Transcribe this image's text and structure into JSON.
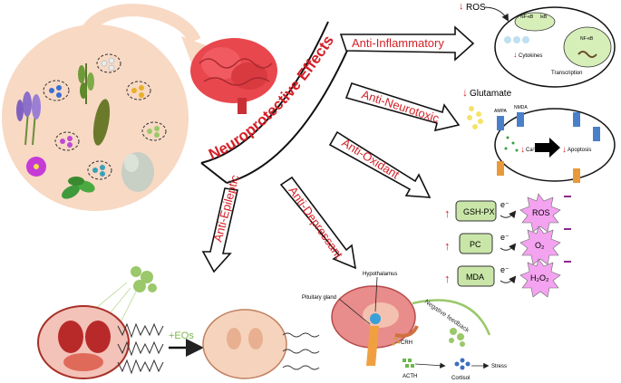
{
  "arc_title": "Neuroprotective Effects",
  "effects": [
    {
      "id": "anti-inflammatory",
      "label": "Anti-Inflammatory"
    },
    {
      "id": "anti-neurotoxic",
      "label": "Anti-Neurotoxic"
    },
    {
      "id": "anti-oxidant",
      "label": "Anti-Oxidant"
    },
    {
      "id": "anti-depressant",
      "label": "Anti-Depressant"
    },
    {
      "id": "anti-epileptic",
      "label": "Anti-Epileptic"
    }
  ],
  "inflammatory_panel": {
    "ros": "ROS",
    "nfkb_top": "NF-κB",
    "ikb": "IκB",
    "cytokines": "Cytokines",
    "transcription": "Transcription",
    "nfkb_nucleus": "NF-κB"
  },
  "neurotoxic_panel": {
    "glutamate": "Glutamate",
    "receptor1": "AMPA",
    "receptor2": "NMDA",
    "calcium": "Ca²⁺",
    "apoptosis": "Apoptosis"
  },
  "oxidant_panel": {
    "rows": [
      {
        "enzyme": "GSH-PX",
        "electron": "e⁻",
        "species": "ROS"
      },
      {
        "enzyme": "PC",
        "electron": "e⁻",
        "species": "O₂"
      },
      {
        "enzyme": "MDA",
        "electron": "e⁻",
        "species": "H₂O₂"
      }
    ]
  },
  "epileptic_panel": {
    "treatment": "+EOs"
  },
  "depressant_panel": {
    "hypothalamus": "Hypothalamus",
    "pituitary": "Pituitary gland",
    "feedback": "Negative feedback",
    "crh": "CRH",
    "acth": "ACTH",
    "cortisol": "Cortisol",
    "stress": "Stress"
  },
  "colors": {
    "arc_text": "#d42027",
    "brain": "#e8474d",
    "plant_circle": "#f8d9c4",
    "starburst": "#f4a3f0",
    "enzyme_box": "#c9e6a8"
  }
}
